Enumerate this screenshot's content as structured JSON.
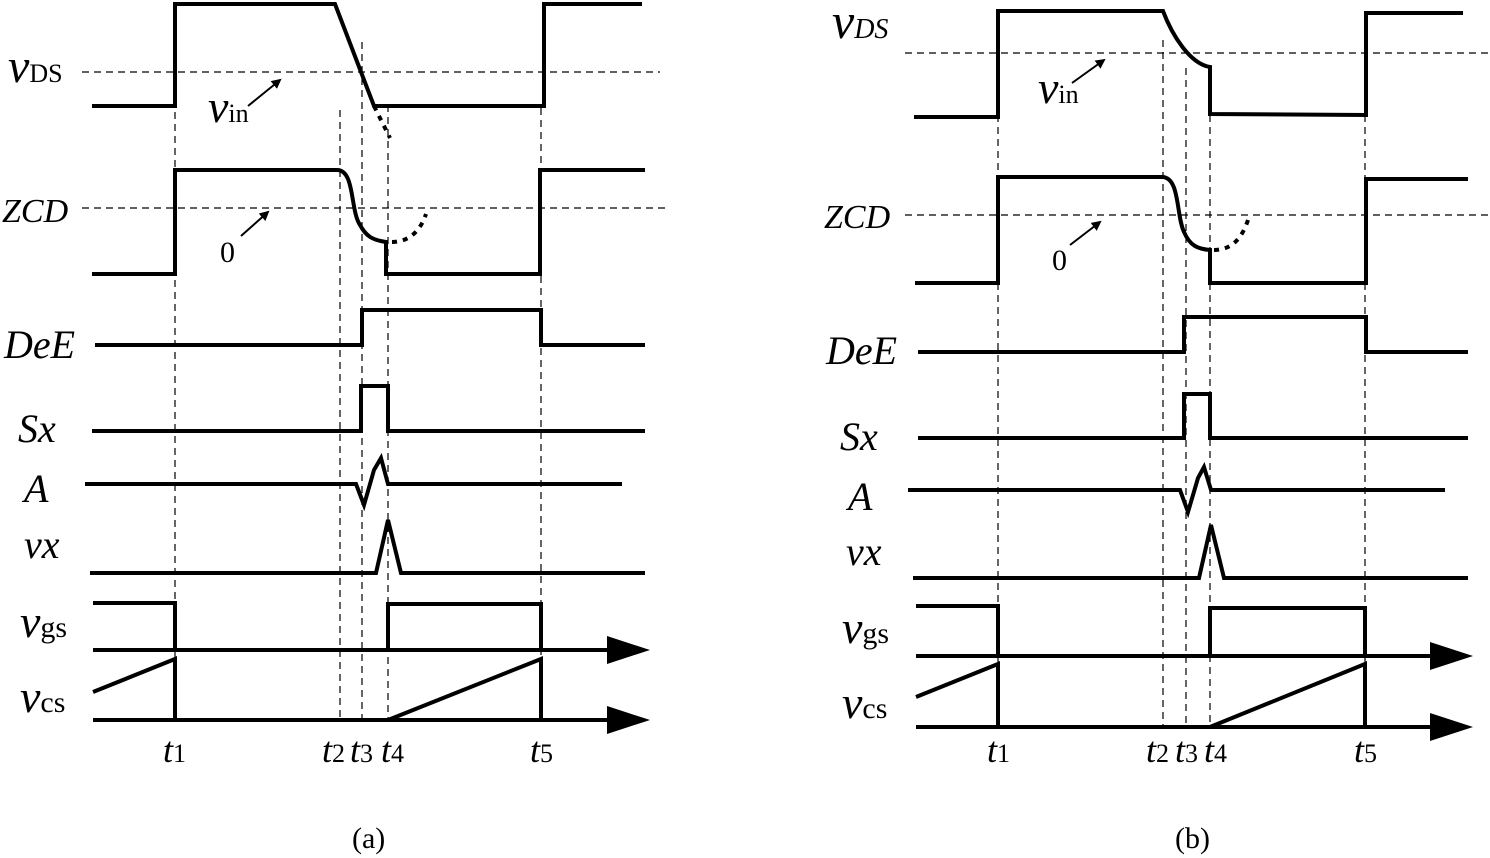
{
  "panels": [
    {
      "caption": "(a)",
      "signals": [
        {
          "main": "v",
          "sub": "DS"
        },
        {
          "main": "ZCD",
          "sub": ""
        },
        {
          "main": "DeE",
          "sub": ""
        },
        {
          "main": "Sx",
          "sub": ""
        },
        {
          "main": "A",
          "sub": ""
        },
        {
          "main": "v",
          "sub": "x"
        },
        {
          "main": "v",
          "sub": "gs"
        },
        {
          "main": "v",
          "sub": "cs"
        }
      ],
      "annotations": [
        {
          "main": "v",
          "sub": "in"
        },
        {
          "main": "0",
          "sub": ""
        }
      ],
      "time_marks": [
        {
          "main": "t",
          "sub": "1"
        },
        {
          "main": "t",
          "sub": "2"
        },
        {
          "main": "t",
          "sub": "3"
        },
        {
          "main": "t",
          "sub": "4"
        },
        {
          "main": "t",
          "sub": "5"
        }
      ]
    },
    {
      "caption": "(b)",
      "signals": [
        {
          "main": "v",
          "sub": "DS"
        },
        {
          "main": "ZCD",
          "sub": ""
        },
        {
          "main": "DeE",
          "sub": ""
        },
        {
          "main": "Sx",
          "sub": ""
        },
        {
          "main": "A",
          "sub": ""
        },
        {
          "main": "v",
          "sub": "x"
        },
        {
          "main": "v",
          "sub": "gs"
        },
        {
          "main": "v",
          "sub": "cs"
        }
      ],
      "annotations": [
        {
          "main": "v",
          "sub": "in"
        },
        {
          "main": "0",
          "sub": ""
        }
      ],
      "time_marks": [
        {
          "main": "t",
          "sub": "1"
        },
        {
          "main": "t",
          "sub": "2"
        },
        {
          "main": "t",
          "sub": "3"
        },
        {
          "main": "t",
          "sub": "4"
        },
        {
          "main": "t",
          "sub": "5"
        }
      ]
    }
  ]
}
